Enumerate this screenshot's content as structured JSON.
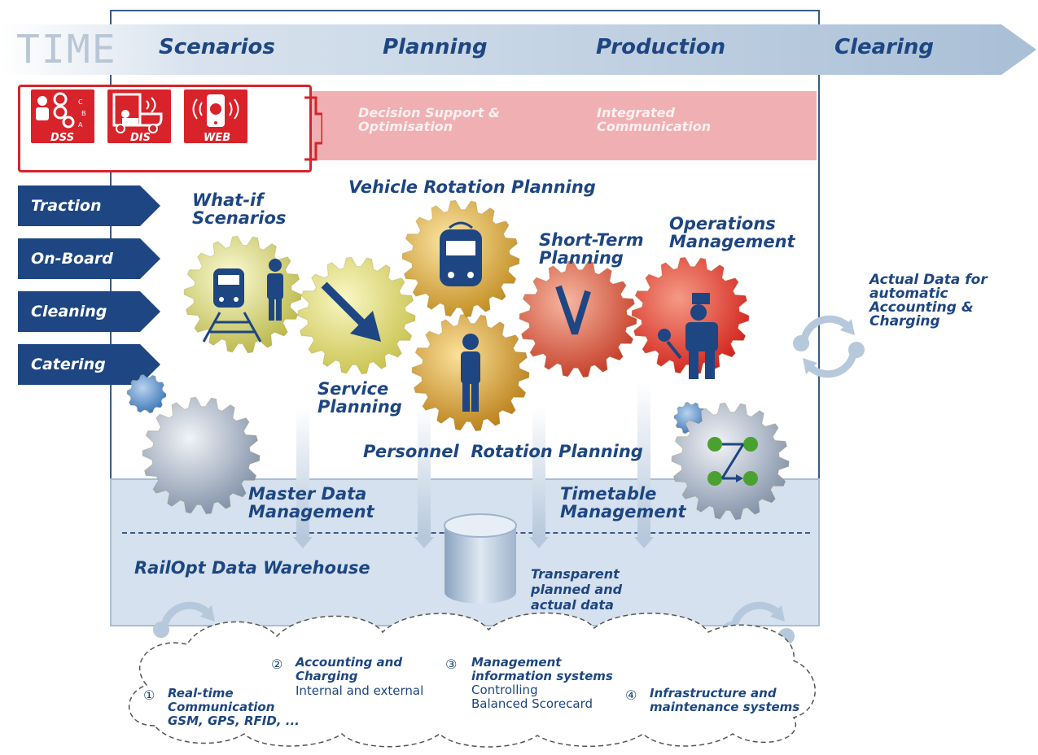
{
  "time_bar": {
    "label": "TIME",
    "phases": [
      "Scenarios",
      "Planning",
      "Production",
      "Clearing"
    ]
  },
  "tools": {
    "dss": "DSS",
    "dis": "DIS",
    "web": "WEB",
    "band_text_1": "Decision Support & Optimisation",
    "band_text_2": "Integrated Communication"
  },
  "areas": [
    "Traction",
    "On-Board",
    "Cleaning",
    "Catering"
  ],
  "gears": {
    "what_if": "What-if Scenarios",
    "vehicle_rotation": "Vehicle Rotation Planning",
    "short_term": "Short-Term Planning",
    "operations": "Operations Management",
    "service_planning": "Service Planning",
    "personnel_rotation": "Personnel  Rotation Planning",
    "master_data": "Master Data Management",
    "timetable": "Timetable Management"
  },
  "actual_data": "Actual Data for automatic Accounting & Charging",
  "warehouse": {
    "title": "RailOpt Data Warehouse",
    "note": "Transparent planned and actual data"
  },
  "systems": [
    {
      "num": "①",
      "title": "Real-time Communication",
      "detail": "GSM, GPS, RFID, ..."
    },
    {
      "num": "②",
      "title": "Accounting and Charging",
      "detail": "Internal and external"
    },
    {
      "num": "③",
      "title": "Management information systems",
      "detail": "Controlling Balanced Scorecard"
    },
    {
      "num": "④",
      "title": "Infrastructure and maintenance systems",
      "detail": ""
    }
  ],
  "colors": {
    "navy": "#1d4682",
    "red": "#d8232a",
    "pink": "#f0b0b3",
    "light_blue": "#d5e1ee"
  }
}
